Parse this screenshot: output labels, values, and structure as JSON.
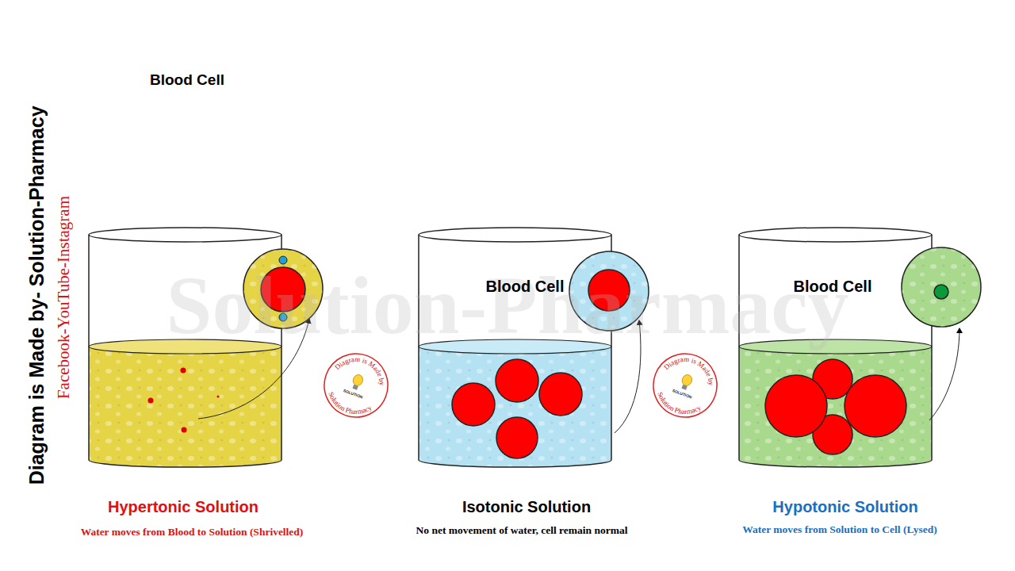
{
  "diagram": {
    "labels": [
      "Diagram is Made by- Solution-Pharmacy",
      "Facebook-YouTube-Instagram",
      "Blood Cell",
      "Solution-Pharmacy",
      "Blood Cell",
      "Blood Cell",
      "Diagram is Made by",
      "Solution Pharmacy",
      "SOLUTION",
      "Diagram is Made by",
      "Solution Pharmacy",
      "SOLUTION",
      "Hypertonic Solution",
      "Water moves from Blood to Solution (Shrivelled)",
      "Isotonic Solution",
      "No net movement of water, cell remain normal",
      "Hypotonic Solution",
      "Water moves from Solution to Cell (Lysed)"
    ]
  }
}
